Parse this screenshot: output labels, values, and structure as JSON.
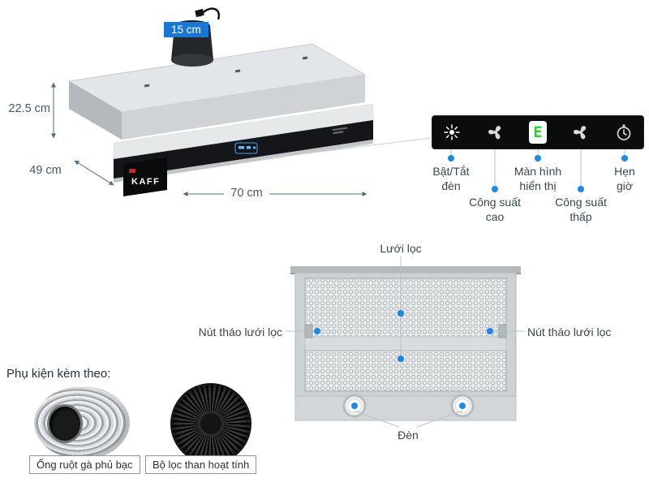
{
  "product": {
    "brand": "KAFF",
    "dimensions": {
      "duct": "15 cm",
      "height": "22.5 cm",
      "depth": "49 cm",
      "width": "70 cm"
    }
  },
  "control_panel": {
    "display_value": "E",
    "buttons": [
      {
        "icon": "light-icon",
        "label": "Bật/Tắt đèn"
      },
      {
        "icon": "fan-icon",
        "label": "Công suất cao"
      },
      {
        "icon": "seven-segment-display",
        "label": "Màn hình hiển thị"
      },
      {
        "icon": "fan-icon",
        "label": "Công suất thấp"
      },
      {
        "icon": "timer-icon",
        "label": "Hẹn giờ"
      }
    ]
  },
  "bottom_view": {
    "filter_label": "Lưới lọc",
    "release_label": "Nút tháo lưới lọc",
    "lamp_label": "Đèn"
  },
  "accessories": {
    "title": "Phụ kiện kèm theo:",
    "items": [
      {
        "name": "flexible-duct",
        "label": "Ống ruột gà phủ bạc"
      },
      {
        "name": "charcoal-filter",
        "label": "Bộ lọc than hoạt tính"
      }
    ]
  },
  "colors": {
    "accent_blue": "#1e88e5",
    "badge_blue": "#1976d2",
    "panel_black": "#0b0c0d",
    "display_green": "#2fd032",
    "label_text": "#37474f"
  }
}
